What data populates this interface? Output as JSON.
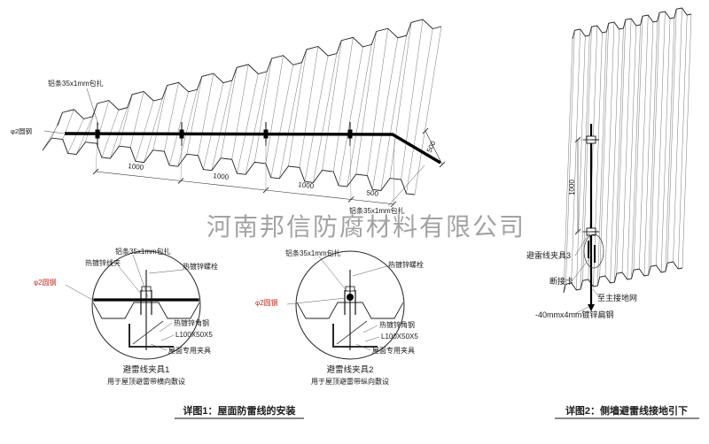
{
  "watermark": "河南邦信防腐材料有限公司",
  "roof": {
    "label_strip_top": "铝条35x1mm包扎",
    "label_rod": "φ2圆钢",
    "label_strip_bottom": "铝条35x1mm包扎",
    "dims": [
      "1000",
      "1000",
      "1000",
      "500"
    ],
    "dim_side": "500"
  },
  "clamp1": {
    "wire_clip": "热镀锌线夹",
    "strip": "铝条35x1mm包扎",
    "bolt": "热镀锌螺栓",
    "rod": "φ2圆钢",
    "angle": "热镀锌角钢",
    "angle_spec": "L100X50X5",
    "roof_clamp": "屋面专用夹具",
    "title": "避雷线夹具1",
    "subtitle": "用于屋顶避雷带横向敷设"
  },
  "clamp2": {
    "strip": "铝条35x1mm包扎",
    "bolt": "热镀锌螺栓",
    "rod": "φ2圆钢",
    "angle": "热镀锌角钢",
    "angle_spec": "L100X50X5",
    "roof_clamp": "屋面专用夹具",
    "title": "避雷线夹具2",
    "subtitle": "用于屋顶避雷带纵向敷设"
  },
  "wall": {
    "clamp3": "避雷线夹具3",
    "disconnect": "断接卡",
    "to_ground": "至主接地网",
    "flat_steel": "-40mmx4mm镀锌扁钢",
    "dim": "1000"
  },
  "captions": {
    "detail1": "详图1：屋面防雷线的安装",
    "detail2": "详图2：侧墙避雷线接地引下"
  },
  "colors": {
    "line": "#222222",
    "accent_red": "#c42a1c",
    "watermark_gray": "#8f8f8f"
  }
}
